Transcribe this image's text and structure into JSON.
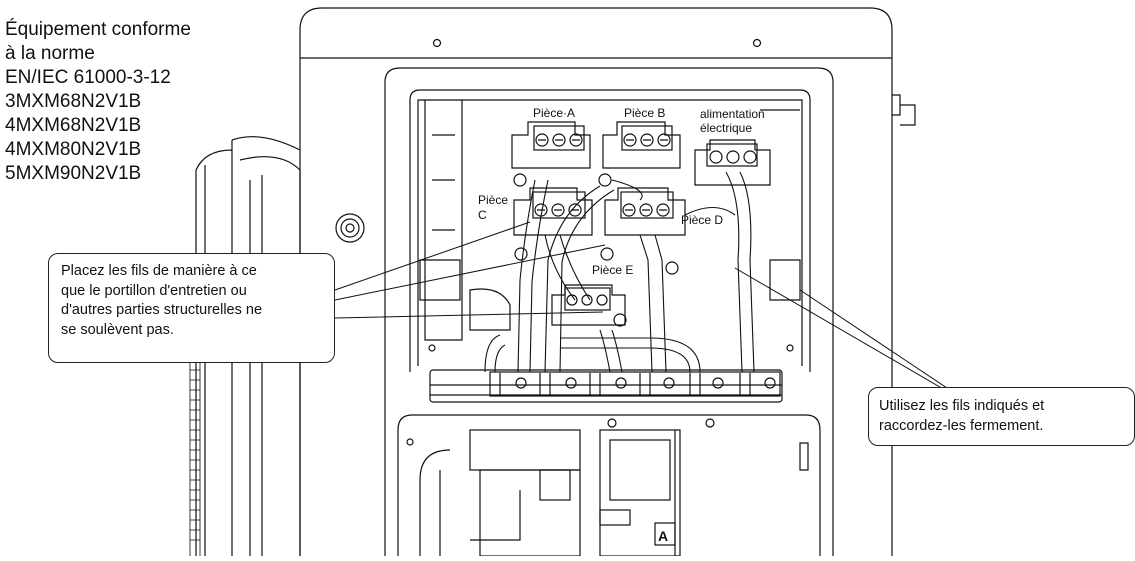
{
  "conformity": {
    "lines": [
      "Équipement conforme",
      "à la norme",
      "EN/IEC 61000-3-12",
      "3MXM68N2V1B",
      "4MXM68N2V1B",
      "4MXM80N2V1B",
      "5MXM90N2V1B"
    ]
  },
  "labels": {
    "room_a": "Pièce·A",
    "room_b": "Pièce B",
    "room_c_line1": "Pièce",
    "room_c_line2": "C",
    "room_d": "Pièce D",
    "room_e": "Pièce E",
    "power_line1": "alimentation",
    "power_line2": "électrique",
    "marker": "A"
  },
  "callouts": {
    "left": {
      "lines": [
        "Placez les fils de manière à ce",
        "que le portillon d'entretien ou",
        "d'autres parties structurelles ne",
        "se soulèvent pas."
      ]
    },
    "right": {
      "lines": [
        "Utilisez les fils indiqués et",
        "raccordez-les fermement."
      ]
    }
  }
}
